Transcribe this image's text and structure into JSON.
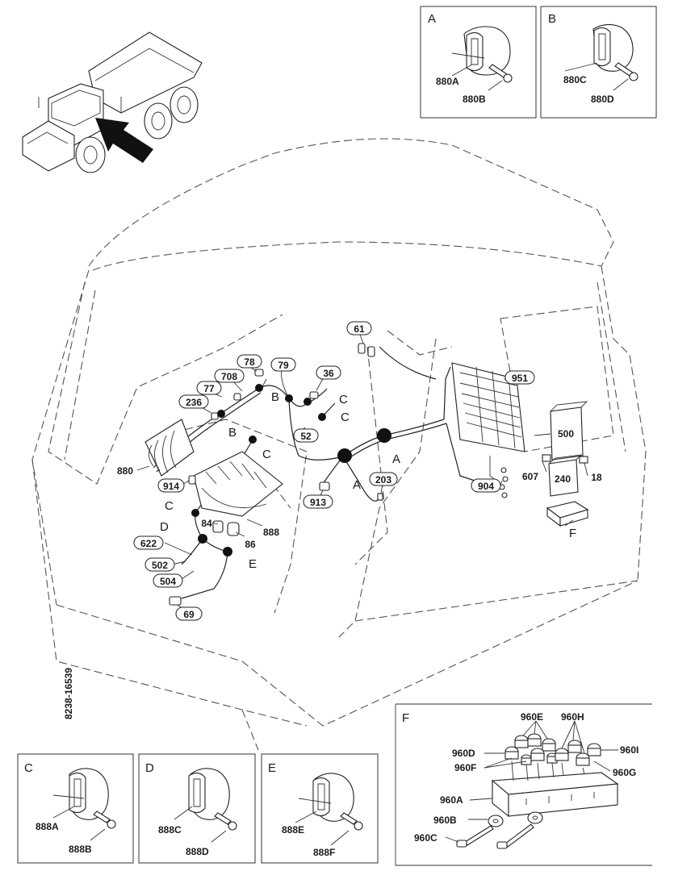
{
  "diagram_id": "8238-16539",
  "cab_labels": {
    "n61": "61",
    "n951": "951",
    "n78": "78",
    "n79": "79",
    "n708": "708",
    "n36": "36",
    "n77": "77",
    "n236": "236",
    "n52": "52",
    "n500": "500",
    "n880": "880",
    "n914": "914",
    "n203": "203",
    "n607": "607",
    "n240": "240",
    "n18": "18",
    "n904": "904",
    "n913": "913",
    "n84": "84",
    "n888": "888",
    "n86": "86",
    "n622": "622",
    "n502": "502",
    "n504": "504",
    "n69": "69"
  },
  "connection_letters": {
    "b1": "B",
    "b2": "B",
    "c1": "C",
    "c2": "C",
    "c3": "C",
    "c4": "C",
    "a1": "A",
    "a2": "A",
    "d1": "D",
    "e1": "E",
    "f1": "F"
  },
  "detail_a": {
    "title": "A",
    "part1": "880A",
    "part2": "880B"
  },
  "detail_b": {
    "title": "B",
    "part1": "880C",
    "part2": "880D"
  },
  "detail_c": {
    "title": "C",
    "part1": "888A",
    "part2": "888B"
  },
  "detail_d": {
    "title": "D",
    "part1": "888C",
    "part2": "888D"
  },
  "detail_e": {
    "title": "E",
    "part1": "888E",
    "part2": "888F"
  },
  "detail_f": {
    "title": "F",
    "labels": {
      "e": "960E",
      "h": "960H",
      "d": "960D",
      "i": "960I",
      "f": "960F",
      "g": "960G",
      "a": "960A",
      "b": "960B",
      "c": "960C"
    }
  }
}
